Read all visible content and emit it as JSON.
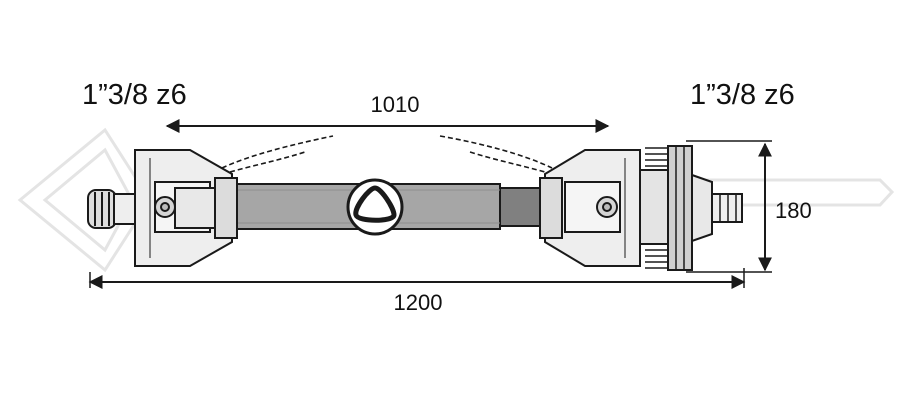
{
  "colors": {
    "outline": "#1a1a1a",
    "tube_outer": "#a6a6a6",
    "tube_inner": "#808080",
    "metal_light": "#eeeeee",
    "metal_mid": "#cfcfcf",
    "watermark": "#e4e4e4"
  },
  "icons": {
    "profile": "triangular-tube-profile-icon",
    "watermark": "brand-watermark-icon"
  },
  "spec_left": "1”3/8 z6",
  "spec_right": "1”3/8 z6",
  "dimensions": {
    "closed_length": "1010",
    "overall_length": "1200",
    "clutch_diameter": "180"
  }
}
